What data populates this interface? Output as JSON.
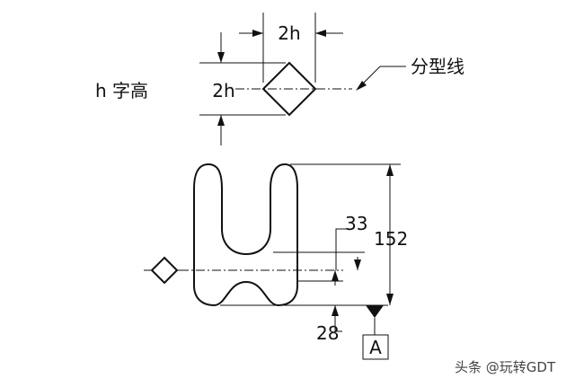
{
  "labels": {
    "char_height": "h 字高",
    "dim_width": "2h",
    "dim_height": "2h",
    "parting_line": "分型线",
    "dim_33": "33",
    "dim_152": "152",
    "dim_28": "28",
    "datum": "A"
  },
  "watermark": "头条 @玩转GDT"
}
